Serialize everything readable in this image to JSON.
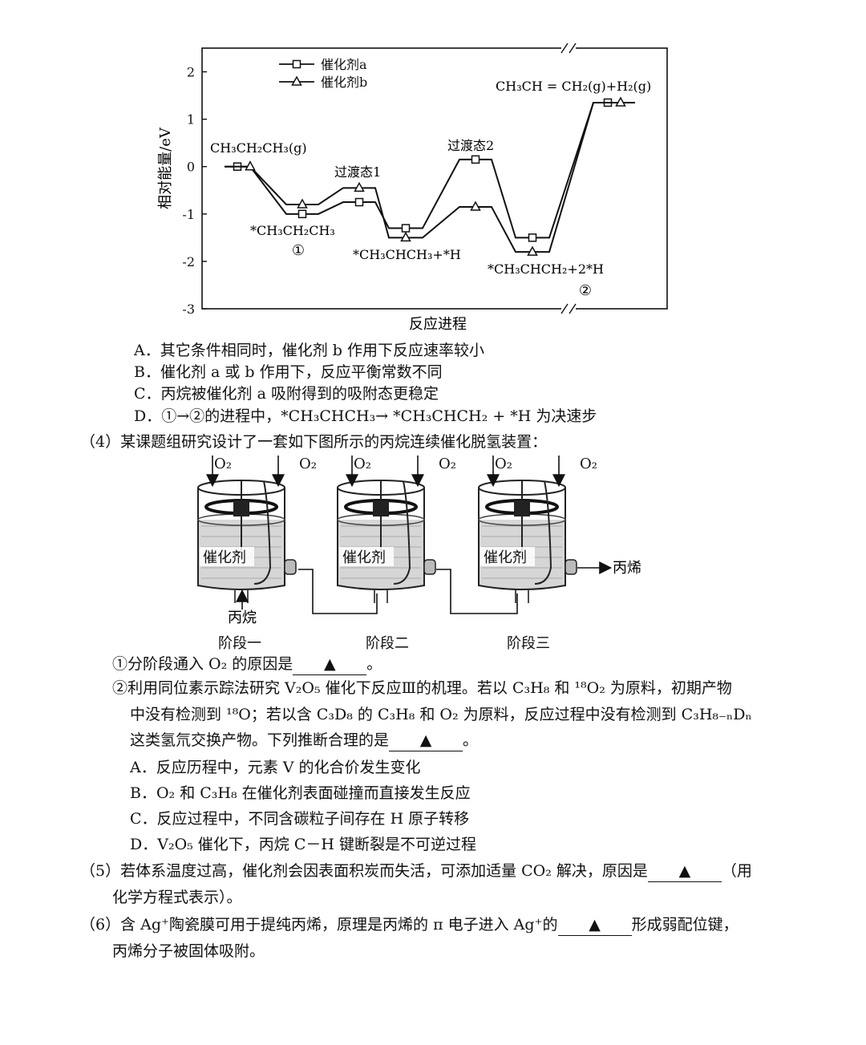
{
  "chart_data": {
    "type": "line",
    "xlabel": "反应进程",
    "ylabel": "相对能量/eV",
    "ylim": [
      -3,
      2.5
    ],
    "yticks": [
      2,
      1,
      0,
      -1,
      -2,
      -3
    ],
    "axis_break": true,
    "legend": {
      "position": "top-left",
      "entries": [
        "催化剂a",
        "催化剂b"
      ]
    },
    "steps": [
      "CH3CH2CH3(g)",
      "*CH3CH2CH3",
      "过渡态1",
      "*CH3CHCH3+*H",
      "过渡态2",
      "*CH3CHCH2+2*H",
      "CH3CH=CH2(g)+H2(g)"
    ],
    "series": [
      {
        "name": "催化剂a",
        "marker": "square",
        "values": [
          0.0,
          -1.0,
          -0.75,
          -1.3,
          0.15,
          -1.5,
          1.35
        ]
      },
      {
        "name": "催化剂b",
        "marker": "triangle",
        "values": [
          0.0,
          -0.8,
          -0.45,
          -1.5,
          -0.85,
          -1.8,
          1.35
        ]
      }
    ],
    "annotations": [
      {
        "text": "CH₃CH₂CH₃(g)"
      },
      {
        "text": "*CH₃CH₂CH₃"
      },
      {
        "text": "①"
      },
      {
        "text": "过渡态1"
      },
      {
        "text": "*CH₃CHCH₃+*H"
      },
      {
        "text": "过渡态2"
      },
      {
        "text": "*CH₃CHCH₂+2*H"
      },
      {
        "text": "②"
      },
      {
        "text": "CH₃CH = CH₂(g)+H₂(g)"
      }
    ]
  },
  "options_q3": [
    "A．其它条件相同时，催化剂 b 作用下反应速率较小",
    "B．催化剂 a 或 b 作用下，反应平衡常数不同",
    "C．丙烷被催化剂 a 吸附得到的吸附态更稳定",
    "D．①→②的进程中，*CH₃CHCH₃→ *CH₃CHCH₂ + *H 为决速步"
  ],
  "q4": {
    "intro": "（4）某课题组研究设计了一套如下图所示的丙烷连续催化脱氢装置：",
    "o2_label": "O₂",
    "catalyst_label": "催化剂",
    "feed_label": "丙烷",
    "product_label": "丙烯",
    "stages": [
      "阶段一",
      "阶段二",
      "阶段三"
    ],
    "sub1_pre": "①分阶段通入 O₂ 的原因是",
    "sub1_post": "。",
    "sub2_line1": "②利用同位素示踪法研究 V₂O₅ 催化下反应Ⅲ的机理。若以 C₃H₈ 和 ¹⁸O₂ 为原料，初期产物",
    "sub2_line2": "中没有检测到 ¹⁸O；若以含 C₃D₈ 的 C₃H₈ 和 O₂ 为原料，反应过程中没有检测到 C₃H₈₋ₙDₙ",
    "sub2_line3_pre": "这类氢氘交换产物。下列推断合理的是",
    "sub2_line3_post": "。",
    "options": [
      "A．反应历程中，元素 V 的化合价发生变化",
      "B．O₂ 和 C₃H₈ 在催化剂表面碰撞而直接发生反应",
      "C．反应过程中，不同含碳粒子间存在 H 原子转移",
      "D．V₂O₅ 催化下，丙烷 C－H 键断裂是不可逆过程"
    ]
  },
  "q5": {
    "line1_pre": "（5）若体系温度过高，催化剂会因表面积炭而失活，可添加适量 CO₂ 解决，原因是",
    "line1_post": "（用",
    "line2": "化学方程式表示）。"
  },
  "q6": {
    "line1_pre": "（6）含 Ag⁺陶瓷膜可用于提纯丙烯，原理是丙烯的 π 电子进入 Ag⁺的",
    "line1_post": "形成弱配位键，",
    "line2": "丙烯分子被固体吸附。"
  },
  "blank_mark": "▲"
}
